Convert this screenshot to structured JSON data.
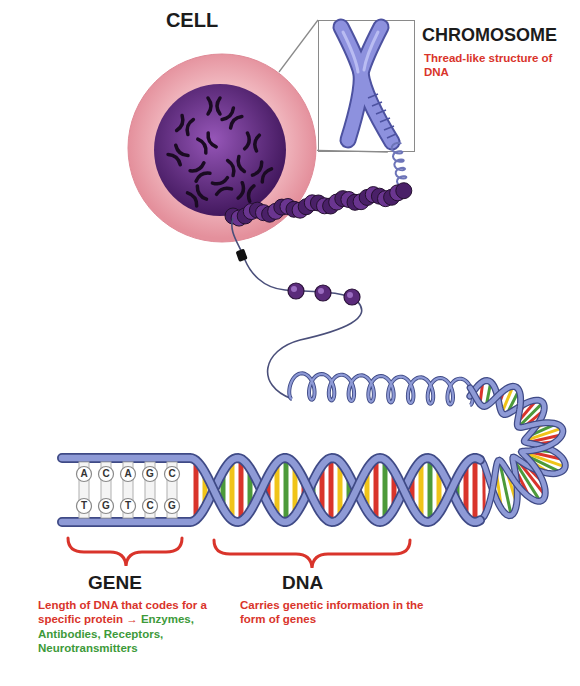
{
  "diagram": {
    "nodes": [
      {
        "text": [
          "CELL"
        ]
      },
      {
        "text": [
          "CHROMOSOME",
          "Thread-like structure of DNA"
        ]
      }
    ],
    "edges": [
      {
        "from": 0,
        "to": 1,
        "arrow": "none"
      },
      {
        "from": 0,
        "to": 1,
        "arrow": "none"
      }
    ],
    "labels": [
      "GENE",
      "Length of DNA that codes for a specific protein →",
      "Enzymes, Antibodies, Receptors, Neurotransmitters",
      "DNA",
      "Carries genetic information in the form of genes",
      "A",
      "C",
      "A",
      "G",
      "C",
      "T",
      "G",
      "T",
      "C",
      "G"
    ]
  }
}
